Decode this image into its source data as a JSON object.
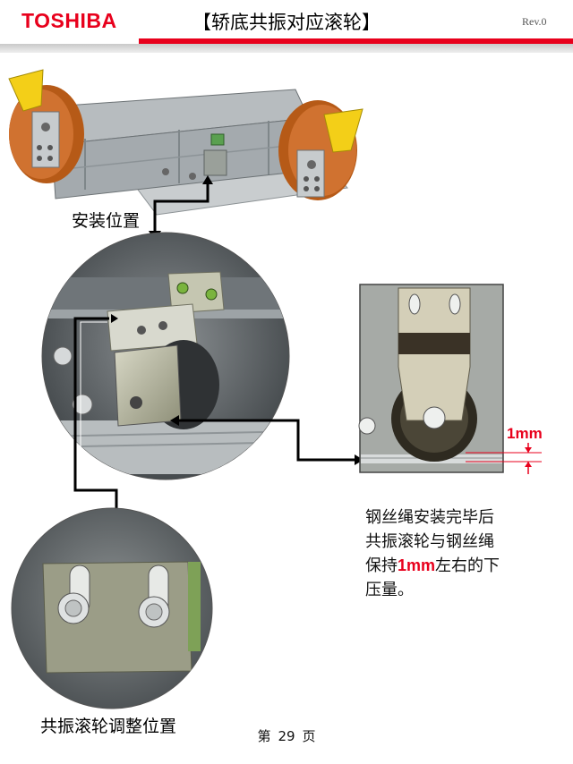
{
  "header": {
    "logo": "TOSHIBA",
    "title": "【轿底共振对应滚轮】",
    "revision": "Rev.0"
  },
  "labels": {
    "install_position": "安装位置",
    "adjust_position": "共振滚轮调整位置",
    "clearance": "1mm"
  },
  "note": {
    "line1": "钢丝绳安装完毕后",
    "line2": "共振滚轮与钢丝绳",
    "line3_prefix": "保持",
    "line3_emphasis": "1mm",
    "line3_suffix": "左右的下",
    "line4": "压量。"
  },
  "footer": {
    "page_prefix": "第",
    "page_number": "29",
    "page_suffix": "页"
  },
  "colors": {
    "brand_red": "#e8001c",
    "sheave_orange": "#c8661e",
    "bracket_yellow": "#f3cf18"
  }
}
